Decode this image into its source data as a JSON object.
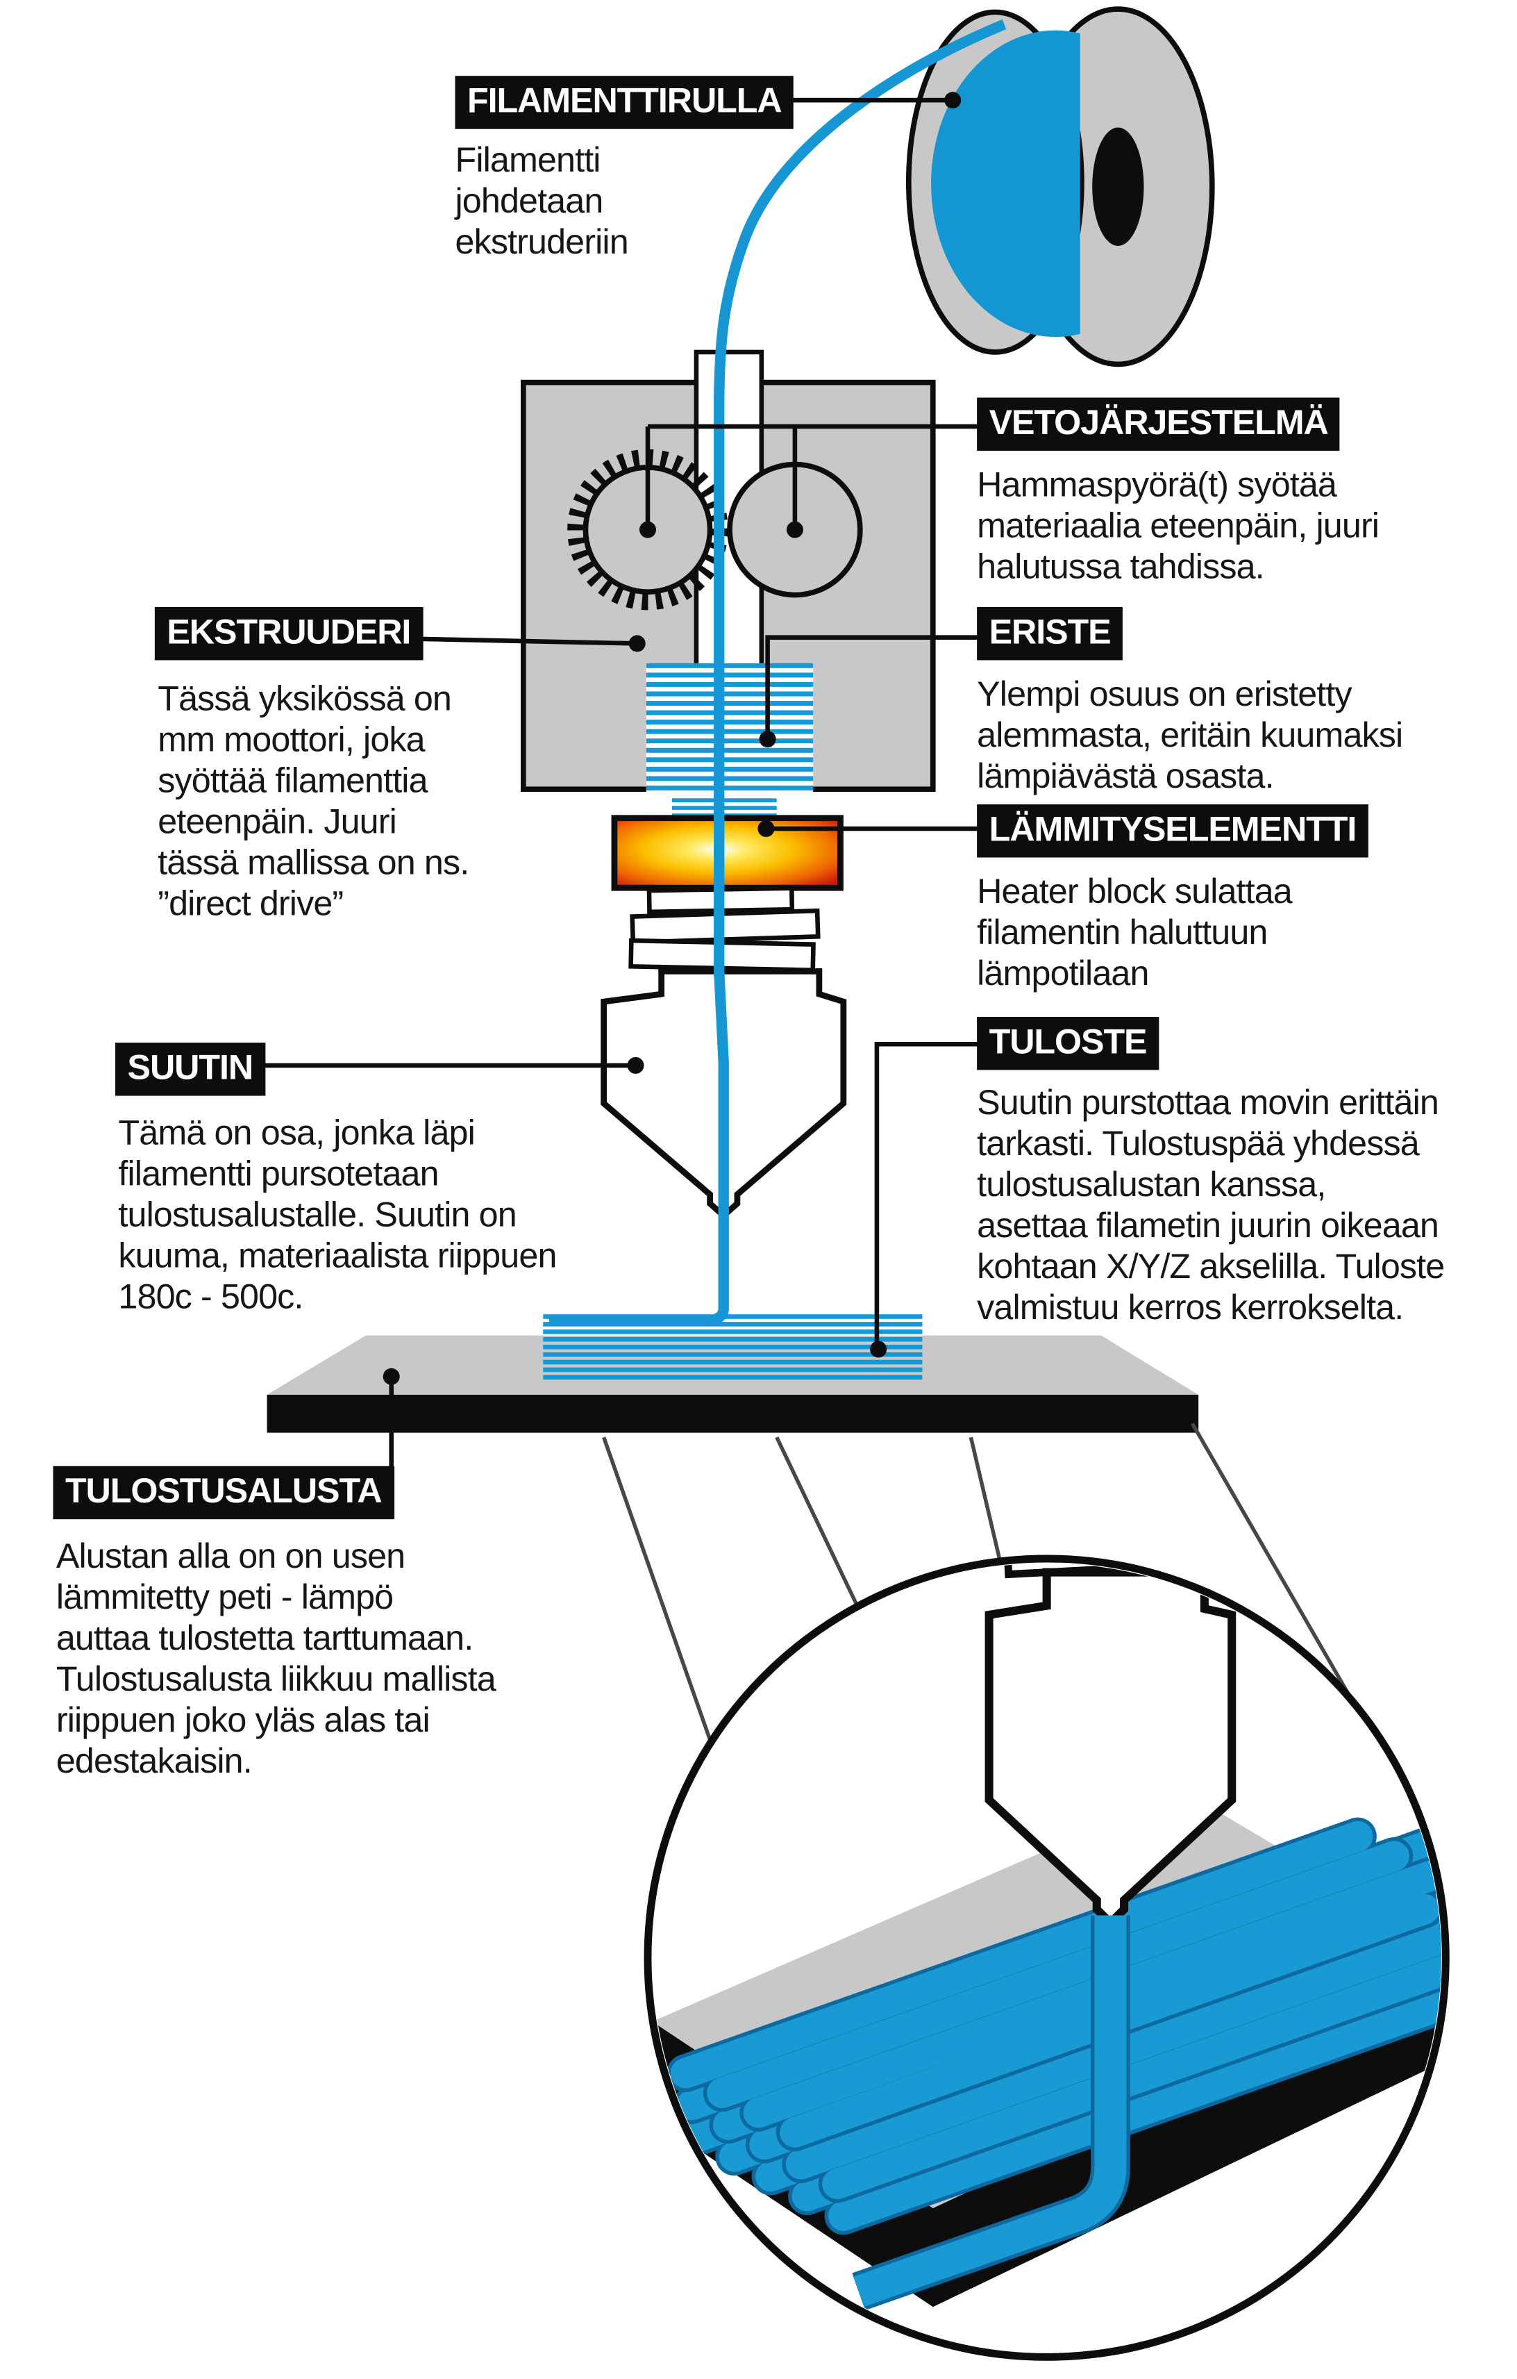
{
  "diagram_subject": "FDM 3D printer print head",
  "colors": {
    "filament_blue": "#1697d4",
    "rod_blue": "#1a9ad5",
    "rod_outline_blue": "#0d6aa1",
    "machine_gray": "#c8c8c8",
    "label_black": "#0d0d0d",
    "heat_red": "#d41b0c",
    "heat_orange": "#f39800",
    "heat_yellow": "#ffd900"
  },
  "callouts": {
    "filamenttirulla": {
      "label": "FILAMENTTIRULLA",
      "description": "Filamentti\njohdetaan\nekstruderiin"
    },
    "vetojarjestelma": {
      "label": "VETOJÄRJESTELMÄ",
      "description": "Hammaspyörä(t) syötää\nmateriaalia eteenpäin, juuri\nhalutussa tahdissa."
    },
    "ekstruuderi": {
      "label": "EKSTRUUDERI",
      "description": "Tässä yksikössä on\nmm moottori, joka\nsyöttää filamenttia\neteenpäin. Juuri\ntässä mallissa on ns.\n”direct drive”"
    },
    "eriste": {
      "label": "ERISTE",
      "description": "Ylempi osuus on eristetty\nalemmasta, eritäin kuumaksi\nlämpiävästä osasta."
    },
    "lammityselementti": {
      "label": "LÄMMITYSELEMENTTI",
      "description": "Heater block sulattaa\nfilamentin haluttuun\nlämpotilaan"
    },
    "suutin": {
      "label": "SUUTIN",
      "description": "Tämä on osa, jonka läpi\nfilamentti pursotetaan\ntulostusalustalle. Suutin on\nkuuma, materiaalista riippuen\n180c - 500c."
    },
    "tuloste": {
      "label": "TULOSTE",
      "description": "Suutin purstottaa movin erittäin\ntarkasti. Tulostuspää yhdessä\ntulostusalustan kanssa,\nasettaa filametin juurin oikeaan\nkohtaan X/Y/Z akselilla. Tuloste\nvalmistuu kerros kerrokselta."
    },
    "tulostusalusta": {
      "label": "TULOSTUSALUSTA",
      "description": "Alustan alla on on usen\nlämmitetty peti - lämpö\nauttaa tulostetta tarttumaan.\nTulostusalusta liikkuu mallista\nriippuen joko yläs alas tai\nedestakaisin."
    }
  }
}
